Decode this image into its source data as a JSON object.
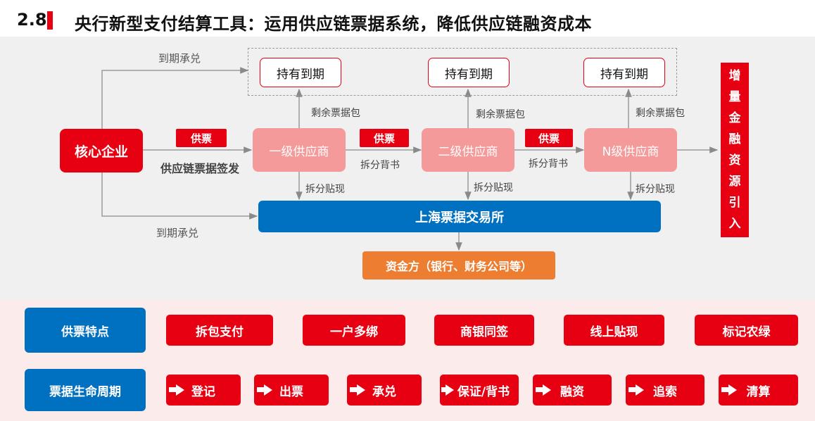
{
  "header": {
    "section_number": "2.8",
    "title": "央行新型支付结算工具：运用供应链票据系统，降低供应链融资成本"
  },
  "flow": {
    "core_enterprise": "核心企业",
    "core_sign": "供应链票据签发",
    "maturity_top": "到期承兑",
    "maturity_bottom": "到期承兑",
    "supply_tag_1": "供票",
    "supply_tag_2": "供票",
    "supply_tag_3": "供票",
    "supplier_1": "一级供应商",
    "supplier_2": "二级供应商",
    "supplier_n": "N级供应商",
    "hold_1": "持有到期",
    "hold_2": "持有到期",
    "hold_3": "持有到期",
    "remain_1": "剩余票据包",
    "remain_2": "剩余票据包",
    "remain_3": "剩余票据包",
    "endorse_1": "拆分背书",
    "endorse_2": "拆分背书",
    "discount_1": "拆分贴现",
    "discount_2": "拆分贴现",
    "discount_3": "拆分贴现",
    "exchange": "上海票据交易所",
    "funding": "资金方（银行、财务公司等）",
    "incremental_chars": [
      "增",
      "量",
      "金",
      "融",
      "资",
      "源",
      "引",
      "入"
    ]
  },
  "features": {
    "label": "供票特点",
    "items": [
      "拆包支付",
      "一户多绑",
      "商银同签",
      "线上贴现",
      "标记农绿"
    ]
  },
  "lifecycle": {
    "label": "票据生命周期",
    "items": [
      "登记",
      "出票",
      "承兑",
      "保证/背书",
      "融资",
      "追索",
      "清算"
    ]
  },
  "colors": {
    "red": "#e60012",
    "pink": "#f59a9a",
    "blue": "#0070c0",
    "orange": "#ed7d31",
    "panel_gray": "#f0f0f0",
    "panel_pink": "#fcebeb"
  }
}
